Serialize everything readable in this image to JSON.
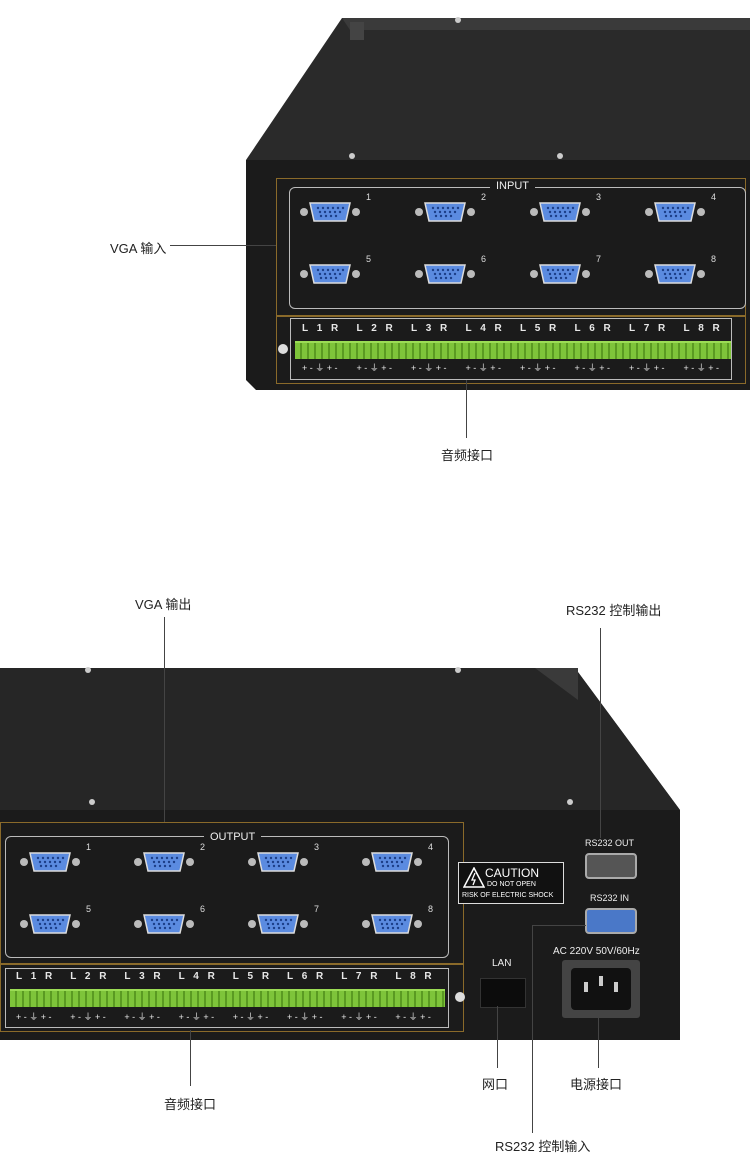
{
  "callouts": {
    "vga_input": "VGA 输入",
    "audio_top": "音频接口",
    "vga_output": "VGA 输出",
    "rs232_out_callout": "RS232 控制输出",
    "audio_bottom": "音频接口",
    "lan_callout": "网口",
    "power_callout": "电源接口",
    "rs232_in_callout": "RS232 控制输入"
  },
  "top_panel": {
    "input_label": "INPUT",
    "ports": [
      "1",
      "2",
      "3",
      "4",
      "5",
      "6",
      "7",
      "8"
    ],
    "audio_channels": [
      "L 1 R",
      "L 2 R",
      "L 3 R",
      "L 4 R",
      "L 5 R",
      "L 6 R",
      "L 7 R",
      "L 8 R"
    ],
    "pin_marks": "+ - ⏚ + -"
  },
  "bottom_panel": {
    "output_label": "OUTPUT",
    "ports": [
      "1",
      "2",
      "3",
      "4",
      "5",
      "6",
      "7",
      "8"
    ],
    "audio_channels": [
      "L 1 R",
      "L 2 R",
      "L 3 R",
      "L 4 R",
      "L 5 R",
      "L 6 R",
      "L 7 R",
      "L 8 R"
    ],
    "pin_marks": "+ - ⏚ + -",
    "rs232_out_label": "RS232 OUT",
    "rs232_in_label": "RS232 IN",
    "caution_title": "CAUTION",
    "caution_line1": "DO NOT OPEN",
    "caution_line2": "RISK OF ELECTRIC SHOCK",
    "lan_label": "LAN",
    "power_label": "AC 220V  50V/60Hz"
  }
}
